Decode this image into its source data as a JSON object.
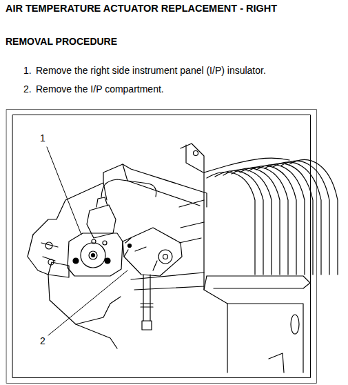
{
  "diagram": {
    "title": "AIR TEMPERATURE ACTUATOR REPLACEMENT - RIGHT",
    "labels": [
      "REMOVAL PROCEDURE",
      "1.",
      "Remove the right side instrument panel (I/P) insulator.",
      "2.",
      "Remove the I/P compartment.",
      "1",
      "2"
    ]
  }
}
